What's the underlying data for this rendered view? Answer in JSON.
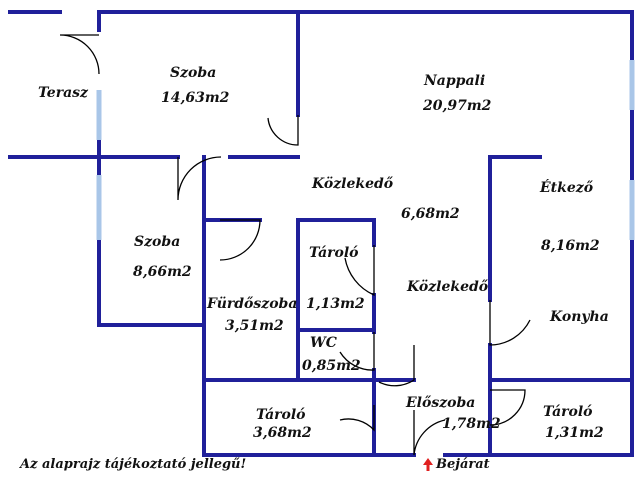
{
  "colors": {
    "wall": "#20209a",
    "window": "#a9c6e8",
    "door_swing": "#000000",
    "entrance_arrow": "#e02020",
    "text": "#111111",
    "background": "#ffffff"
  },
  "rooms": {
    "terasz": {
      "name": "Terasz"
    },
    "szoba1": {
      "name": "Szoba",
      "area": "14,63m2"
    },
    "nappali": {
      "name": "Nappali",
      "area": "20,97m2"
    },
    "kozlekedo1": {
      "name": "Közlekedő",
      "area": "6,68m2"
    },
    "szoba2": {
      "name": "Szoba",
      "area": "8,66m2"
    },
    "etkezo": {
      "name": "Étkező",
      "area": "8,16m2"
    },
    "taroló1": {
      "name": "Tároló",
      "area": "1,13m2"
    },
    "furdoszoba": {
      "name": "Fürdőszoba",
      "area": "3,51m2"
    },
    "kozlekedo2": {
      "name": "Közlekedő"
    },
    "konyha": {
      "name": "Konyha"
    },
    "wc": {
      "name": "WC",
      "area": "0,85m2"
    },
    "taroló2": {
      "name": "Tároló",
      "area": "3,68m2"
    },
    "eloszoba": {
      "name": "Előszoba",
      "area": "1,78m2"
    },
    "taroló3": {
      "name": "Tároló",
      "area": "1,31m2"
    }
  },
  "entrance": {
    "label": "Bejárat",
    "icon": "up-arrow-icon"
  },
  "disclaimer": "Az alaprajz tájékoztató jellegű!"
}
